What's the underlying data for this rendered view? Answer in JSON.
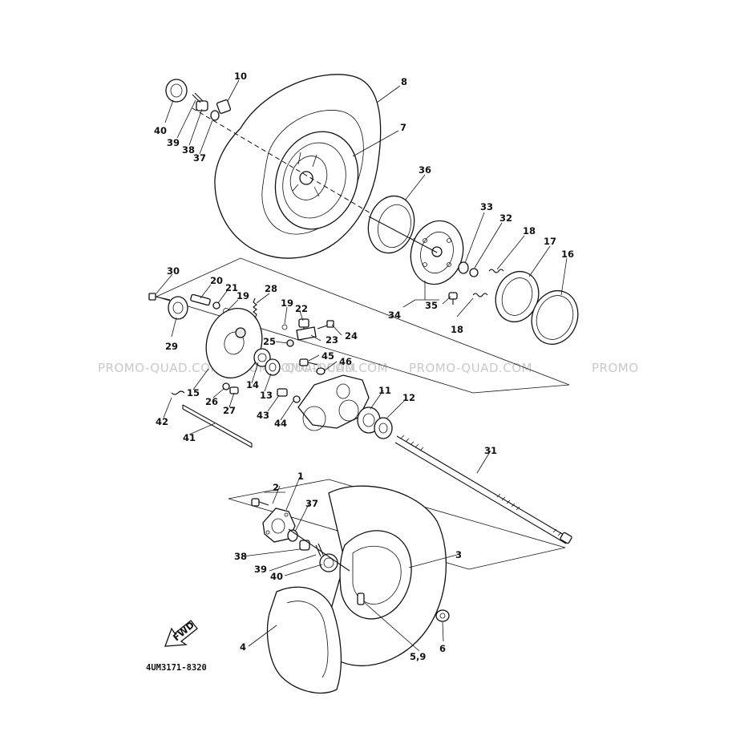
{
  "diagram": {
    "part_code": "4UM3171-8320",
    "fwd_label": "FWD",
    "watermarks": [
      "PROMO-QUAD.COM",
      "PROMO-QUAD.COM",
      "PROMO-QUAD.COM",
      "PROMO-QUAD.COM",
      "PROMO"
    ],
    "callouts": {
      "c1": "1",
      "c2": "2",
      "c3": "3",
      "c4": "4",
      "c5_9": "5,9",
      "c6": "6",
      "c7": "7",
      "c8": "8",
      "c10": "10",
      "c11": "11",
      "c12": "12",
      "c13": "13",
      "c14": "14",
      "c15": "15",
      "c16": "16",
      "c17": "17",
      "c18a": "18",
      "c18b": "18",
      "c19a": "19",
      "c19b": "19",
      "c20": "20",
      "c21": "21",
      "c22": "22",
      "c23": "23",
      "c24": "24",
      "c25": "25",
      "c26": "26",
      "c27": "27",
      "c28": "28",
      "c29": "29",
      "c30": "30",
      "c31": "31",
      "c32": "32",
      "c33": "33",
      "c34": "34",
      "c35": "35",
      "c36": "36",
      "c37a": "37",
      "c37b": "37",
      "c38a": "38",
      "c38b": "38",
      "c39a": "39",
      "c39b": "39",
      "c40a": "40",
      "c40b": "40",
      "c41": "41",
      "c42": "42",
      "c43": "43",
      "c44": "44",
      "c45": "45",
      "c46": "46"
    }
  }
}
